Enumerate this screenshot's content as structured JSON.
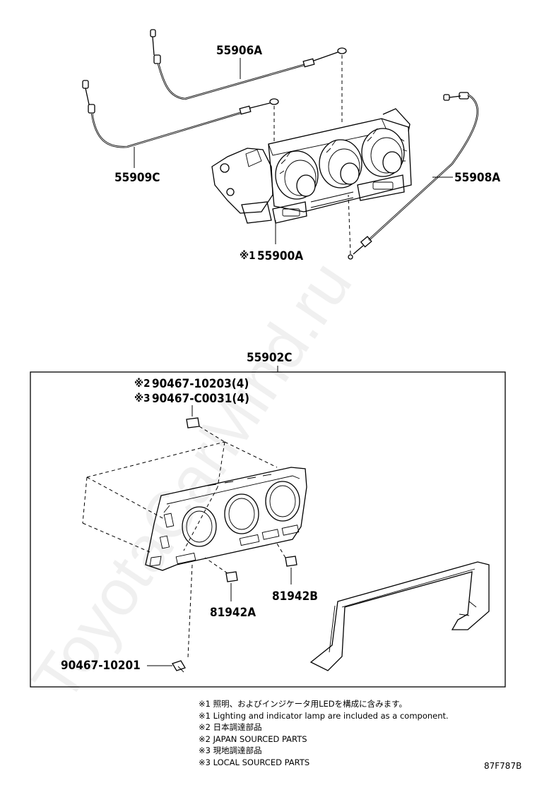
{
  "watermark": "ToyotaCarMind.ru",
  "parts": {
    "cable_55906A": "55906A",
    "cable_55909C": "55909C",
    "cable_55908A": "55908A",
    "control_mark": "※1",
    "control_55900A": "55900A",
    "panel_55902C": "55902C",
    "clip_mark_2": "※2",
    "clip_2": "90467-10203(4)",
    "clip_mark_3": "※3",
    "clip_3": "90467-C0031(4)",
    "knob_81942B": "81942B",
    "knob_81942A": "81942A",
    "clip_90467_10201": "90467-10201"
  },
  "notes": [
    "※1 照明、およびインジケータ用LEDを構成に含みます。",
    "※1 Lighting and indicator lamp are included as a component.",
    "※2 日本調達部品",
    "※2 JAPAN SOURCED PARTS",
    "※3 現地調達部品",
    "※3 LOCAL SOURCED PARTS"
  ],
  "figure_code": "87F787B"
}
